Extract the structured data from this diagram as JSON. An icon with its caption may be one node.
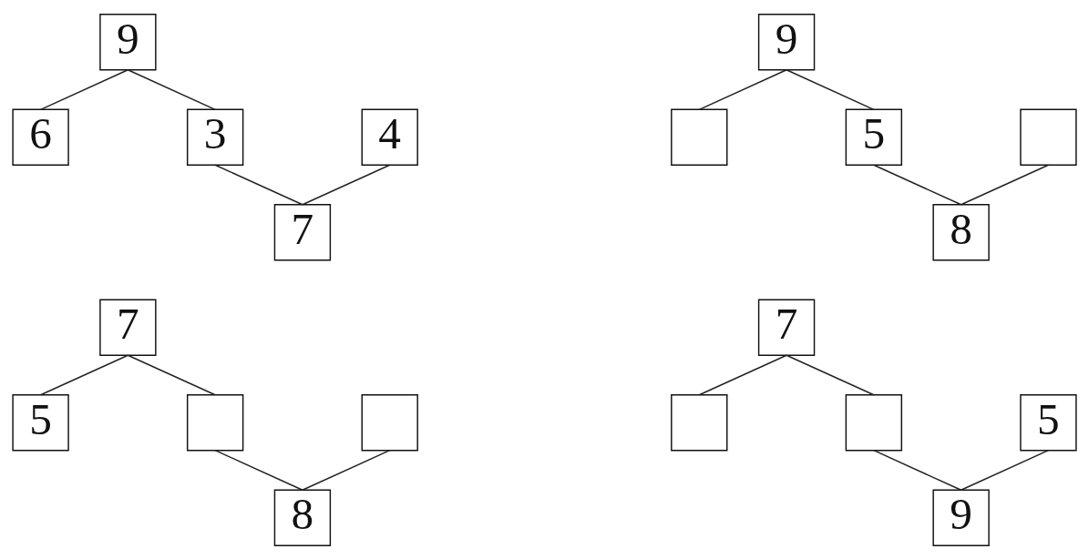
{
  "diagram": {
    "nodes": [
      {
        "text": [
          "9"
        ]
      },
      {
        "text": [
          "6"
        ]
      },
      {
        "text": [
          "3"
        ]
      },
      {
        "text": [
          "4"
        ]
      },
      {
        "text": [
          "7"
        ]
      },
      {
        "text": [
          "9"
        ]
      },
      {
        "text": [],
        "shape": "box"
      },
      {
        "text": [
          "5"
        ]
      },
      {
        "text": [],
        "shape": "box"
      },
      {
        "text": [
          "8"
        ]
      },
      {
        "text": [
          "7"
        ]
      },
      {
        "text": [
          "5"
        ]
      },
      {
        "text": [],
        "shape": "box"
      },
      {
        "text": [],
        "shape": "box"
      },
      {
        "text": [
          "8"
        ]
      },
      {
        "text": [
          "7"
        ]
      },
      {
        "text": [],
        "shape": "box"
      },
      {
        "text": [],
        "shape": "box"
      },
      {
        "text": [
          "5"
        ]
      },
      {
        "text": [
          "9"
        ]
      }
    ],
    "edges": [
      {
        "from": 0,
        "to": 1,
        "arrow": "none"
      },
      {
        "from": 0,
        "to": 2,
        "arrow": "none"
      },
      {
        "from": 2,
        "to": 4,
        "arrow": "none"
      },
      {
        "from": 3,
        "to": 4,
        "arrow": "none"
      },
      {
        "from": 5,
        "to": 6,
        "arrow": "none"
      },
      {
        "from": 5,
        "to": 7,
        "arrow": "none"
      },
      {
        "from": 7,
        "to": 9,
        "arrow": "none"
      },
      {
        "from": 8,
        "to": 9,
        "arrow": "none"
      },
      {
        "from": 10,
        "to": 11,
        "arrow": "none"
      },
      {
        "from": 10,
        "to": 12,
        "arrow": "none"
      },
      {
        "from": 12,
        "to": 14,
        "arrow": "none"
      },
      {
        "from": 13,
        "to": 14,
        "arrow": "none"
      },
      {
        "from": 15,
        "to": 16,
        "arrow": "none"
      },
      {
        "from": 15,
        "to": 17,
        "arrow": "none"
      },
      {
        "from": 17,
        "to": 19,
        "arrow": "none"
      },
      {
        "from": 18,
        "to": 19,
        "arrow": "none"
      }
    ]
  }
}
